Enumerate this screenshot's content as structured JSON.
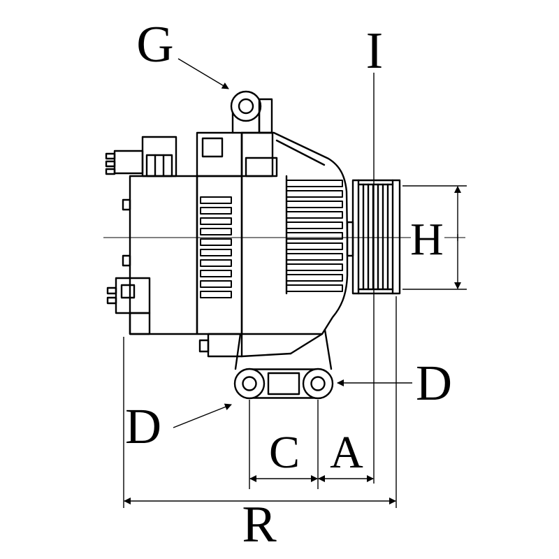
{
  "figure": {
    "type": "technical-dimension-drawing",
    "subject": "alternator side view with pulley and mounting lugs"
  },
  "labels": {
    "g": "G",
    "i": "I",
    "h": "H",
    "d_right": "D",
    "d_left": "D",
    "c": "C",
    "a": "A",
    "r": "R"
  },
  "colors": {
    "line": "#000000",
    "background": "#ffffff"
  }
}
